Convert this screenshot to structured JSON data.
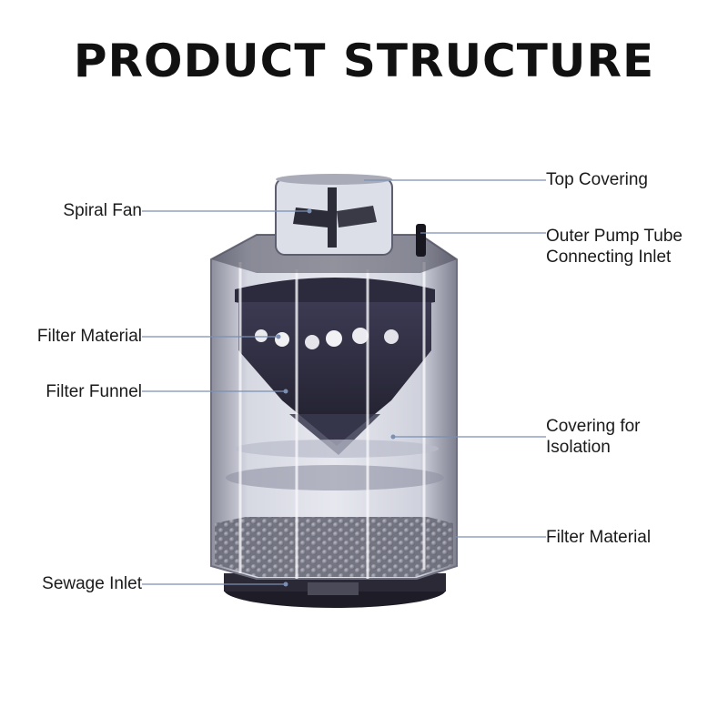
{
  "title": "PRODUCT STRUCTURE",
  "labels": {
    "left": [
      {
        "id": "spiral-fan",
        "text": "Spiral  Fan"
      },
      {
        "id": "filter-material-top",
        "text": "Filter Material"
      },
      {
        "id": "filter-funnel",
        "text": "Filter Funnel"
      },
      {
        "id": "sewage-inlet",
        "text": "Sewage Inlet"
      }
    ],
    "right": [
      {
        "id": "top-covering",
        "text": "Top Covering"
      },
      {
        "id": "outer-pump-tube",
        "line1": "Outer Pump  Tube",
        "line2": "Connecting Inlet"
      },
      {
        "id": "covering-isolation",
        "line1": "Covering for",
        "line2": "Isolation"
      },
      {
        "id": "filter-material-bottom",
        "text": "Filter Material"
      }
    ]
  },
  "colors": {
    "leader_line": "#7a8fb3",
    "title": "#111111",
    "body_dark": "#2b2a3a",
    "body_glass": "#c9ccd8"
  }
}
